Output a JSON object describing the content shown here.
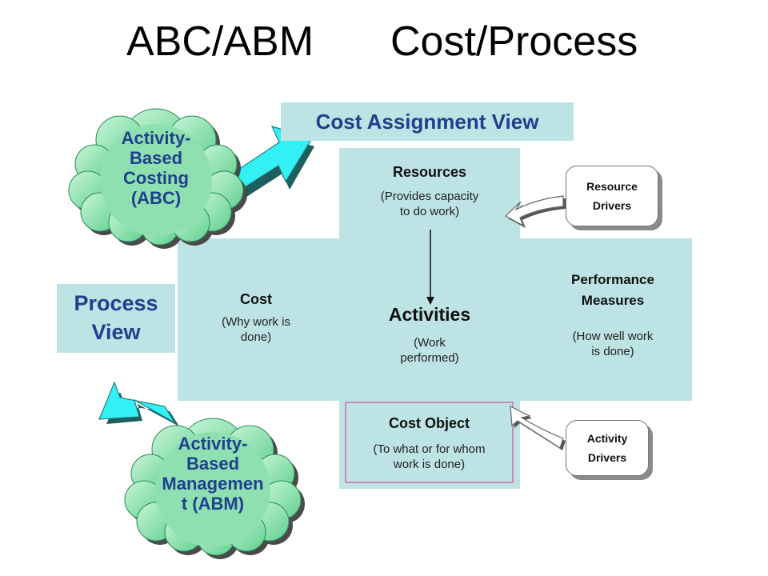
{
  "title": {
    "left": "ABC/ABM",
    "right": "Cost/Process"
  },
  "views": {
    "cost_assignment": "Cost Assignment View",
    "process_line1": "Process",
    "process_line2": "View"
  },
  "clouds": {
    "abc": [
      "Activity-",
      "Based",
      "Costing",
      "(ABC)"
    ],
    "abm": [
      "Activity-",
      "Based",
      "Managemen",
      "t (ABM)"
    ]
  },
  "nodes": {
    "resources": {
      "title": "Resources",
      "sub1": "(Provides capacity",
      "sub2": "to do work)"
    },
    "activities": {
      "title": "Activities",
      "sub1": "(Work",
      "sub2": "performed)"
    },
    "cost": {
      "title": "Cost",
      "sub1": "(Why work is",
      "sub2": "done)"
    },
    "performance": {
      "title1": "Performance",
      "title2": "Measures",
      "sub1": "(How well work",
      "sub2": "is done)"
    },
    "cost_object": {
      "title": "Cost Object",
      "sub1": "(To what or for whom",
      "sub2": "work is done)"
    }
  },
  "drivers": {
    "resource": {
      "line1": "Resource",
      "line2": "Drivers"
    },
    "activity": {
      "line1": "Activity",
      "line2": "Drivers"
    }
  },
  "colors": {
    "box_fill": "#bde3e4",
    "view_text": "#1f3f8f",
    "cloud_fill": "#8fe0b0",
    "arrow_fill": "#33f0f5",
    "cost_object_border": "#d03a8a"
  }
}
